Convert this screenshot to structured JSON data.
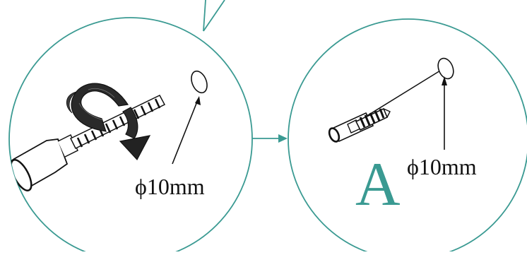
{
  "colors": {
    "accent": "#3a9a92",
    "ink": "#111111",
    "paper": "#ffffff"
  },
  "panels": [
    {
      "id": "drill-step",
      "label": "ϕ10mm",
      "icons": [
        "drill-bit-icon",
        "rotation-arrow-icon",
        "hole-marker-icon"
      ]
    },
    {
      "id": "anchor-step",
      "label": "ϕ10mm",
      "letter": "A",
      "icons": [
        "wall-anchor-icon",
        "hole-marker-icon"
      ]
    }
  ]
}
